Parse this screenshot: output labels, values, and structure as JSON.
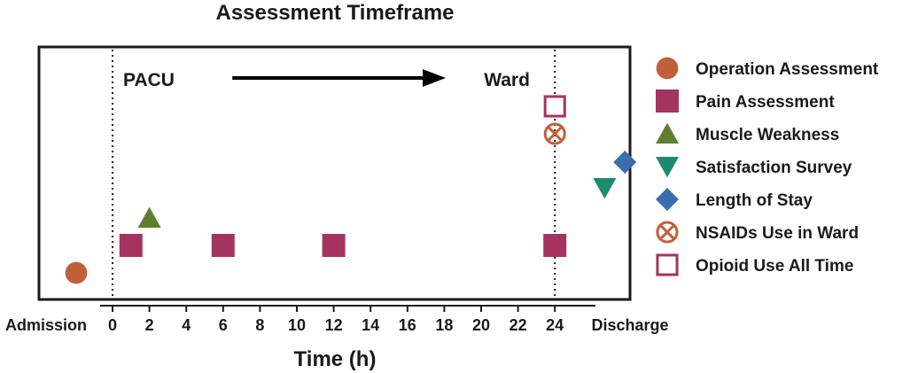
{
  "chart_data": {
    "type": "scatter",
    "title": "Assessment Timeframe",
    "xlabel": "Time (h)",
    "ylabel": "",
    "xlim": [
      -3.2,
      28.8
    ],
    "x_ticks": [
      0,
      2,
      4,
      6,
      8,
      10,
      12,
      14,
      16,
      18,
      20,
      22,
      24
    ],
    "x_tick_labels": [
      "0",
      "2",
      "4",
      "6",
      "8",
      "10",
      "12",
      "14",
      "16",
      "18",
      "20",
      "22",
      "24"
    ],
    "x_end_labels": {
      "start": "Admission",
      "end": "Discharge"
    },
    "phases": [
      {
        "label": "PACU",
        "start": 0
      },
      {
        "label": "Ward",
        "start": 24
      }
    ],
    "arrow": {
      "from": 6.5,
      "to": 17.5
    },
    "vertical_lines": [
      0,
      24
    ],
    "legend_position": "right",
    "grid": false,
    "series": [
      {
        "name": "Operation Assessment",
        "marker": "circle",
        "color": "#C0603A",
        "points": [
          {
            "x": "Admission",
            "y": 1
          }
        ]
      },
      {
        "name": "Pain Assessment",
        "marker": "square",
        "color": "#A4345F",
        "points": [
          {
            "x": 1,
            "y": 2
          },
          {
            "x": 6,
            "y": 2
          },
          {
            "x": 12,
            "y": 2
          },
          {
            "x": 24,
            "y": 2
          }
        ]
      },
      {
        "name": "Muscle Weakness",
        "marker": "triangle-up",
        "color": "#5E7F2B",
        "points": [
          {
            "x": 2,
            "y": 3
          }
        ]
      },
      {
        "name": "Satisfaction Survey",
        "marker": "triangle-down",
        "color": "#1D8A6E",
        "points": [
          {
            "x": "Discharge",
            "y": 5
          }
        ]
      },
      {
        "name": "Length of Stay",
        "marker": "diamond",
        "color": "#3B6DAE",
        "points": [
          {
            "x": "Discharge",
            "y": 6
          }
        ]
      },
      {
        "name": "NSAIDs Use in Ward",
        "marker": "circle-x",
        "color": "#C0603A",
        "points": [
          {
            "x": 24,
            "y": 7
          }
        ]
      },
      {
        "name": "Opioid Use All Time",
        "marker": "square-open",
        "color": "#A4345F",
        "points": [
          {
            "x": 24,
            "y": 8
          }
        ]
      }
    ]
  }
}
